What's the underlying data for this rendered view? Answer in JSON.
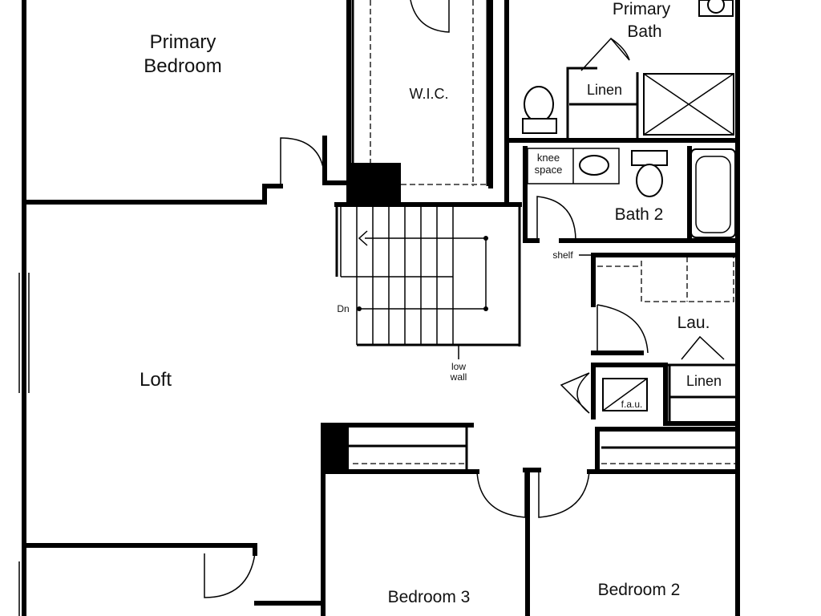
{
  "rooms": {
    "primary_bedroom": [
      "Primary",
      "Bedroom"
    ],
    "primary_bath": [
      "Primary",
      "Bath"
    ],
    "wic": "W.I.C.",
    "linen_upper": "Linen",
    "knee_space": [
      "knee",
      "space"
    ],
    "bath_2": "Bath 2",
    "shelf": "shelf",
    "laundry": "Lau.",
    "linen_lower": "Linen",
    "fau": "f.a.u.",
    "down": "Dn",
    "low_wall": [
      "low",
      "wall"
    ],
    "loft": "Loft",
    "bedroom_3": "Bedroom 3",
    "bedroom_2": "Bedroom 2"
  }
}
